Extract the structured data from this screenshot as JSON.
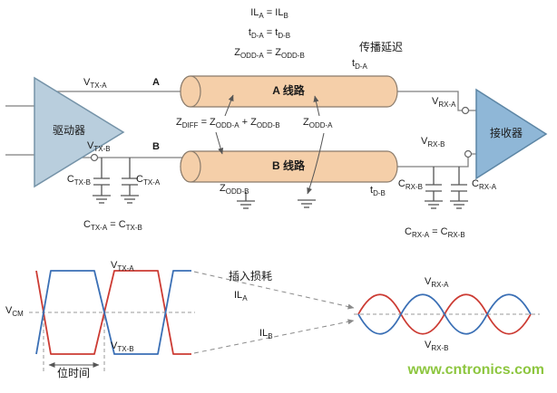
{
  "watermark": "www.cntronics.com",
  "colors": {
    "cylinder_fill": "#f5cfa9",
    "cylinder_stroke": "#8a7b6b",
    "driver_fill": "#b9cedd",
    "driver_stroke": "#7593a8",
    "receiver_fill": "#8fb7d7",
    "receiver_stroke": "#5d86a5",
    "wire_gray": "#7f7f7f",
    "wave_red": "#cc3b33",
    "wave_blue": "#3a6fb5",
    "watermark_green": "#8dc63f"
  },
  "blocks": {
    "driver": [
      {
        "t": "驱动器"
      }
    ],
    "receiver": [
      {
        "t": "接收器"
      }
    ],
    "line_a": [
      {
        "t": "A 线路"
      }
    ],
    "line_b": [
      {
        "t": "B 线路"
      }
    ]
  },
  "equations": {
    "il": [
      {
        "t": "IL"
      },
      {
        "s": "A"
      },
      {
        "t": " = IL"
      },
      {
        "s": "B"
      }
    ],
    "td": [
      {
        "t": "t"
      },
      {
        "s": "D-A"
      },
      {
        "t": " = t"
      },
      {
        "s": "D-B"
      }
    ],
    "zodd": [
      {
        "t": "Z"
      },
      {
        "s": "ODD-A"
      },
      {
        "t": " = Z"
      },
      {
        "s": "ODD-B"
      }
    ],
    "zdiff": [
      {
        "t": "Z"
      },
      {
        "s": "DIFF"
      },
      {
        "t": " = Z"
      },
      {
        "s": "ODD-A"
      },
      {
        "t": " + Z"
      },
      {
        "s": "ODD-B"
      }
    ],
    "ctx": [
      {
        "t": "C"
      },
      {
        "s": "TX-A"
      },
      {
        "t": " = C"
      },
      {
        "s": "TX-B"
      }
    ],
    "crx": [
      {
        "t": "C"
      },
      {
        "s": "RX-A"
      },
      {
        "t": " = C"
      },
      {
        "s": "RX-B"
      }
    ]
  },
  "labels": {
    "prop_delay": [
      {
        "t": "传播延迟"
      }
    ],
    "t_da": [
      {
        "t": "t"
      },
      {
        "s": "D-A"
      }
    ],
    "t_db": [
      {
        "t": "t"
      },
      {
        "s": "D-B"
      }
    ],
    "v_tx_a": [
      {
        "t": "V"
      },
      {
        "s": "TX-A"
      }
    ],
    "v_tx_b": [
      {
        "t": "V"
      },
      {
        "s": "TX-B"
      }
    ],
    "v_rx_a": [
      {
        "t": "V"
      },
      {
        "s": "RX-A"
      }
    ],
    "v_rx_b": [
      {
        "t": "V"
      },
      {
        "s": "RX-B"
      }
    ],
    "node_a": [
      {
        "t": "A"
      }
    ],
    "node_b": [
      {
        "t": "B"
      }
    ],
    "z_odd_a": [
      {
        "t": "Z"
      },
      {
        "s": "ODD-A"
      }
    ],
    "z_odd_b": [
      {
        "t": "Z"
      },
      {
        "s": "ODD-B"
      }
    ],
    "c_tx_a": [
      {
        "t": "C"
      },
      {
        "s": "TX-A"
      }
    ],
    "c_tx_b": [
      {
        "t": "C"
      },
      {
        "s": "TX-B"
      }
    ],
    "c_rx_a": [
      {
        "t": "C"
      },
      {
        "s": "RX-A"
      }
    ],
    "c_rx_b": [
      {
        "t": "C"
      },
      {
        "s": "RX-B"
      }
    ]
  },
  "waveform": {
    "v_cm": [
      {
        "t": "V"
      },
      {
        "s": "CM"
      }
    ],
    "v_tx_a": [
      {
        "t": "V"
      },
      {
        "s": "TX-A"
      }
    ],
    "v_tx_b": [
      {
        "t": "V"
      },
      {
        "s": "TX-B"
      }
    ],
    "v_rx_a": [
      {
        "t": "V"
      },
      {
        "s": "RX-A"
      }
    ],
    "v_rx_b": [
      {
        "t": "V"
      },
      {
        "s": "RX-B"
      }
    ],
    "insertion_loss": [
      {
        "t": "插入损耗"
      }
    ],
    "il_a": [
      {
        "t": "IL"
      },
      {
        "s": "A"
      }
    ],
    "il_b": [
      {
        "t": "IL"
      },
      {
        "s": "B"
      }
    ],
    "bit_time": [
      {
        "t": "位时间"
      }
    ]
  }
}
